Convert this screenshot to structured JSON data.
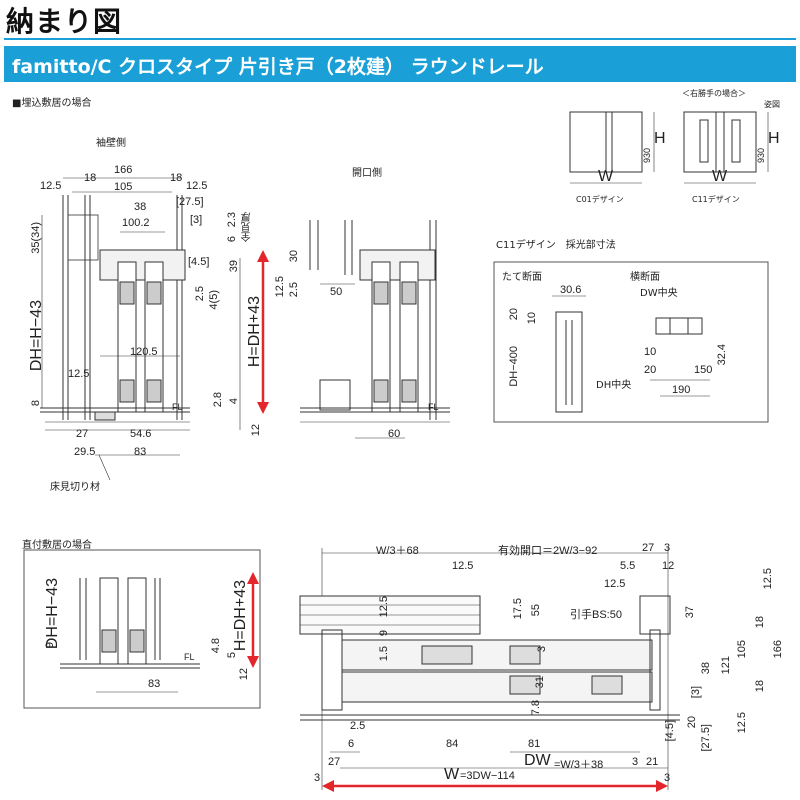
{
  "header": {
    "title": "納まり図",
    "subtitle": "famitto/C クロスタイプ 片引き戸（2枚建） ラウンドレール"
  },
  "sections": {
    "embedded": "■埋込敷居の場合",
    "sode_side": "袖壁側",
    "opening_side": "開口側",
    "floor_trim": "床見切り材",
    "direct": "直付敷居の場合",
    "c11_title": "C11デザイン　採光部寸法",
    "vertical_section": "たて断面",
    "horizontal_section": "横断面",
    "dw_center": "DW中央",
    "dh_center": "DH中央",
    "right_note": "＜右勝手の場合＞",
    "elevation": "姿図",
    "c01": "C01デザイン",
    "c11": "C11デザイン",
    "W": "W",
    "H": "H",
    "h930": "930"
  },
  "dims_top_left": {
    "d125a": "12.5",
    "d18a": "18",
    "d166": "166",
    "d18b": "18",
    "d125b": "12.5",
    "d105": "105",
    "d275": "[27.5]",
    "d38": "38",
    "d1002": "100.2",
    "d3": "[3]",
    "d23": "2.3",
    "zenmi": "全見厚",
    "d6": "6",
    "d3534": "35(34)",
    "d45": "[4.5]",
    "d39": "39",
    "d25": "2.5",
    "d45b": "4(5)",
    "d1205": "120.5",
    "d125c": "12.5",
    "dh": "DH=H−43",
    "hdh": "H=DH+43",
    "d8": "8",
    "d28": "2.8",
    "d4": "4",
    "d12": "12",
    "d27": "27",
    "d546": "54.6",
    "d295": "29.5",
    "d83": "83",
    "fl": "FL"
  },
  "dims_top_mid": {
    "d30": "30",
    "d125": "12.5",
    "d25": "2.5",
    "d50": "50",
    "d60": "60",
    "fl": "FL"
  },
  "dims_c11": {
    "d306": "30.6",
    "d20": "20",
    "d10": "10",
    "dh400": "DH−400",
    "d10b": "10",
    "d20b": "20",
    "d150": "150",
    "d190": "190",
    "d324": "32.4"
  },
  "dims_direct": {
    "dh": "DH=H−43",
    "hdh": "H=DH+43",
    "d9": "9",
    "d48": "4.8",
    "d5": "5",
    "d12": "12",
    "d83": "83",
    "fl": "FL"
  },
  "dims_plan": {
    "w3": "W/3＋68",
    "opening": "有効開口＝2W/3−92",
    "d27": "27",
    "d3": "3",
    "d125a": "12.5",
    "d55": "5.5",
    "d12": "12",
    "d125b": "12.5",
    "d175": "17.5",
    "d55b": "55",
    "handle": "引手BS:50",
    "d125c": "12.5",
    "d125d": "12.5",
    "d9": "9",
    "d15": "1.5",
    "d3a": "3",
    "d37": "37",
    "d18": "18",
    "d166": "166",
    "d38": "38",
    "d121": "121",
    "d105": "105",
    "d31": "31",
    "d3b": "[3]",
    "d18b": "18",
    "d78": "7.8",
    "d25": "2.5",
    "d45": "[4.5]",
    "d20": "20",
    "d275": "[27.5]",
    "d125e": "12.5",
    "d6": "6",
    "d84": "84",
    "d81": "81",
    "d27b": "27",
    "dw": "DW",
    "dweq": "=W/3＋38",
    "d3c": "3",
    "d21": "21",
    "d3d": "3",
    "w": "W",
    "weq": "=3DW−114",
    "d3e": "3"
  }
}
